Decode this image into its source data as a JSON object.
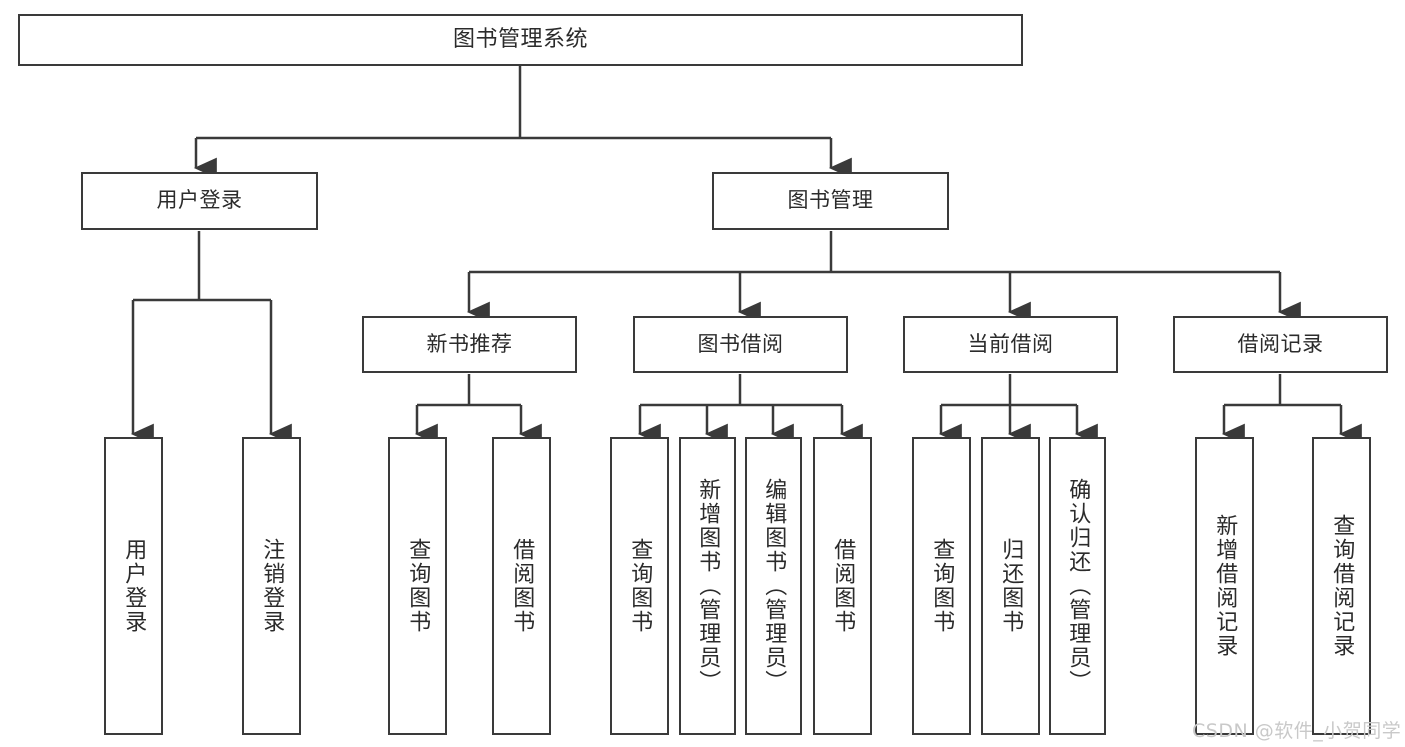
{
  "diagram": {
    "title": "图书管理系统",
    "type": "tree-hierarchy",
    "background_color": "#ffffff",
    "box_border_color": "#3a3a3a",
    "text_color": "#2b2b2b",
    "connector_color": "#3a3a3a"
  },
  "root": {
    "label": "图书管理系统"
  },
  "level2": {
    "user_login": {
      "label": "用户登录"
    },
    "book_manage": {
      "label": "图书管理"
    }
  },
  "level3": {
    "new_book": {
      "label": "新书推荐"
    },
    "borrow_book": {
      "label": "图书借阅"
    },
    "current_borrow": {
      "label": "当前借阅"
    },
    "borrow_record": {
      "label": "借阅记录"
    }
  },
  "leaves": {
    "user_login": [
      {
        "label": "用户登录"
      },
      {
        "label": "注销登录"
      }
    ],
    "new_book": [
      {
        "label": "查询图书"
      },
      {
        "label": "借阅图书"
      }
    ],
    "borrow_book": [
      {
        "label": "查询图书"
      },
      {
        "label": "新增图书（管理员）"
      },
      {
        "label": "编辑图书（管理员）"
      },
      {
        "label": "借阅图书"
      }
    ],
    "current_borrow": [
      {
        "label": "查询图书"
      },
      {
        "label": "归还图书"
      },
      {
        "label": "确认归还（管理员）"
      }
    ],
    "borrow_record": [
      {
        "label": "新增借阅记录"
      },
      {
        "label": "查询借阅记录"
      }
    ]
  },
  "watermark": {
    "text": "CSDN @软件_小贺同学",
    "color": "#c9c9c9"
  }
}
